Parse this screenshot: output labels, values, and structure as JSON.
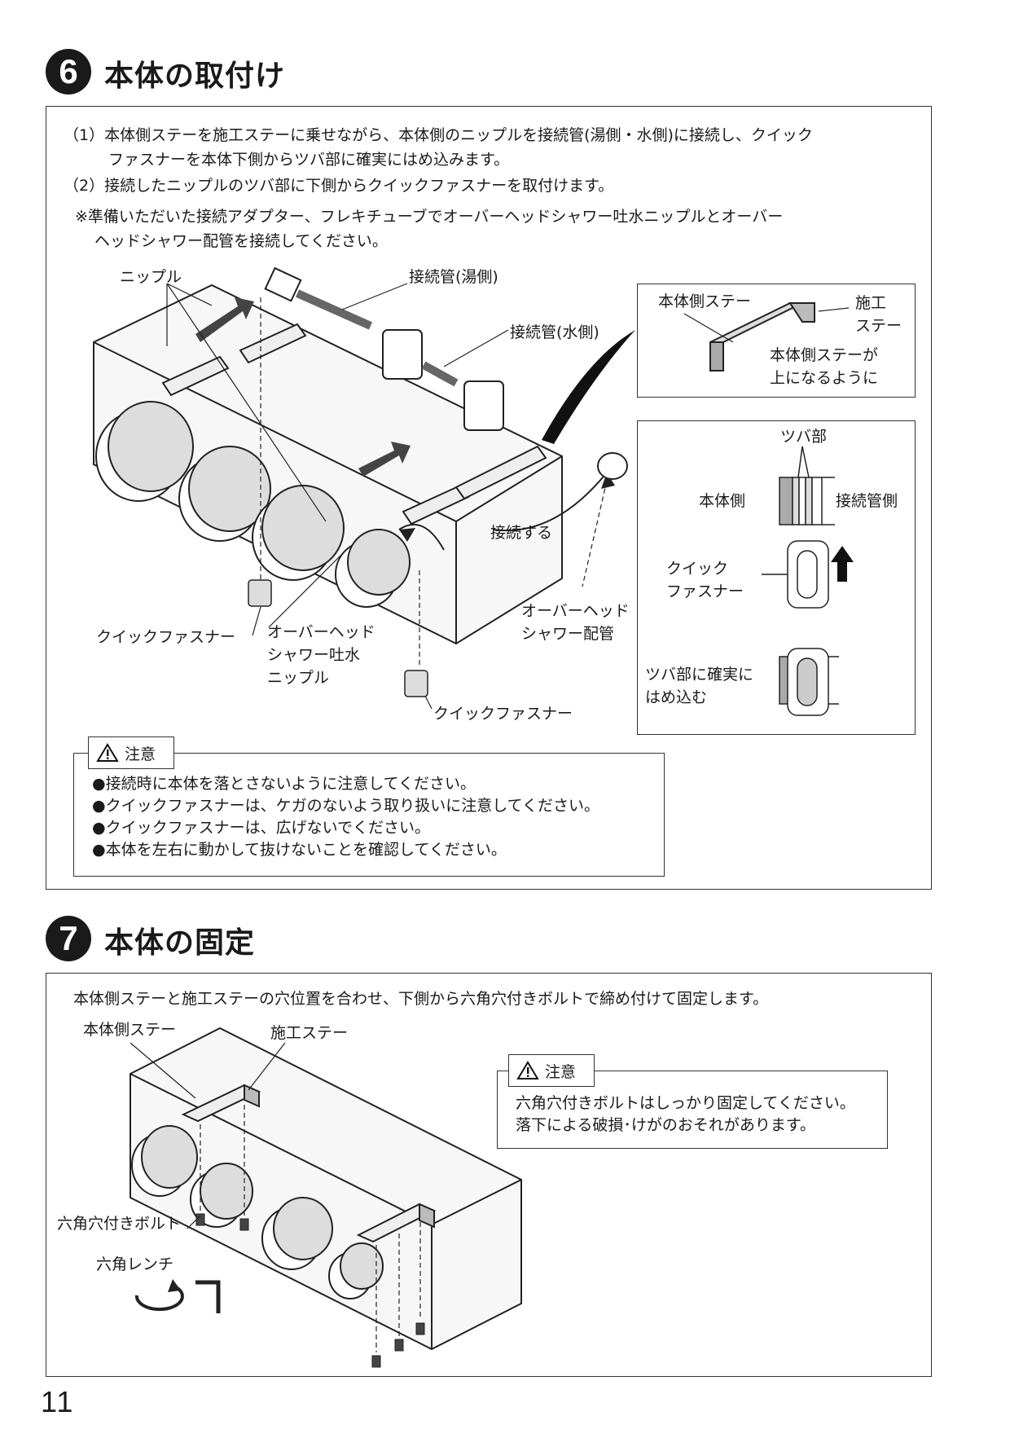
{
  "section6": {
    "number": "6",
    "title": "本体の取付け",
    "instructions": [
      "（1）本体側ステーを施工ステーに乗せながら、本体側のニップルを接続管(湯側・水側)に接続し、クイック",
      "ファスナーを本体下側からツバ部に確実にはめ込みます。",
      "（2）接続したニップルのツバ部に下側からクイックファスナーを取付けます。"
    ],
    "note": [
      "※準備いただいた接続アダプター、フレキチューブでオーバーヘッドシャワー吐水ニップルとオーバー",
      "ヘッドシャワー配管を接続してください。"
    ],
    "labels": {
      "nipple": "ニップル",
      "hot_pipe": "接続管(湯側)",
      "cold_pipe": "接続管(水側)",
      "connect": "接続する",
      "quick_fastener_left": "クイックファスナー",
      "overhead_nipple": [
        "オーバーヘッド",
        "シャワー吐水",
        "ニップル"
      ],
      "overhead_pipe": [
        "オーバーヘッド",
        "シャワー配管"
      ],
      "quick_fastener_bottom": "クイックファスナー"
    },
    "inset1": {
      "body_stay": "本体側ステー",
      "work_stay": [
        "施工",
        "ステー"
      ],
      "note": [
        "本体側ステーが",
        "上になるように"
      ]
    },
    "inset2": {
      "flange": "ツバ部",
      "body_side": "本体側",
      "pipe_side": "接続管側",
      "quick_fastener": [
        "クイック",
        "ファスナー"
      ],
      "insert": [
        "ツバ部に確実に",
        "はめ込む"
      ]
    },
    "caution": {
      "title": "注意",
      "items": [
        "●接続時に本体を落とさないように注意してください。",
        "●クイックファスナーは、ケガのないよう取り扱いに注意してください。",
        "●クイックファスナーは、広げないでください。",
        "●本体を左右に動かして抜けないことを確認してください。"
      ]
    }
  },
  "section7": {
    "number": "7",
    "title": "本体の固定",
    "instruction": "本体側ステーと施工ステーの穴位置を合わせ、下側から六角穴付きボルトで締め付けて固定します。",
    "labels": {
      "body_stay": "本体側ステー",
      "work_stay": "施工ステー",
      "bolt": "六角穴付きボルト",
      "wrench": "六角レンチ"
    },
    "caution": {
      "title": "注意",
      "items": [
        "六角穴付きボルトはしっかり固定してください。",
        "落下による破損･けがのおそれがあります。"
      ]
    }
  },
  "page_number": "11"
}
